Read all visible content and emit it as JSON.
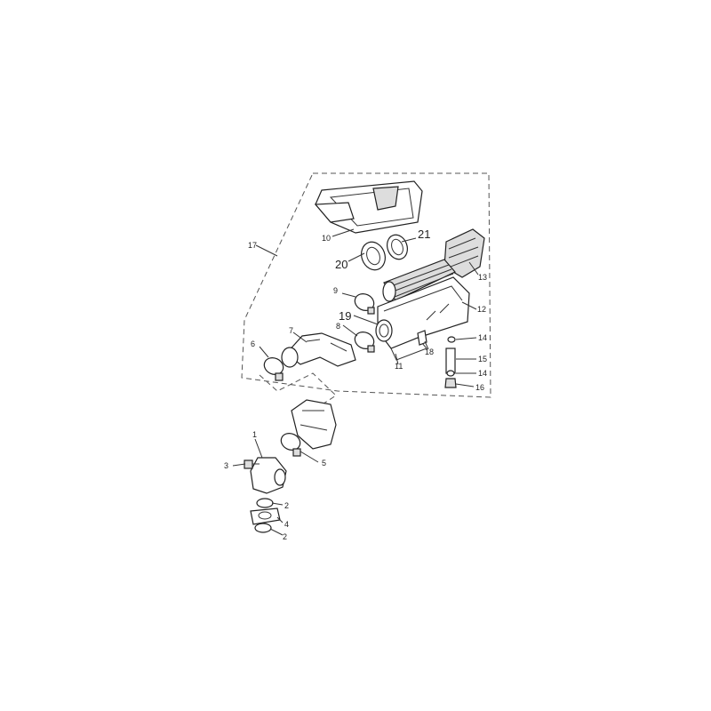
{
  "callouts": {
    "c1": "1",
    "c2a": "2",
    "c2b": "2",
    "c3": "3",
    "c4": "4",
    "c5": "5",
    "c6": "6",
    "c7": "7",
    "c8": "8",
    "c9": "9",
    "c10": "10",
    "c11": "11",
    "c12": "12",
    "c13": "13",
    "c14a": "14",
    "c14b": "14",
    "c15": "15",
    "c16": "16",
    "c17": "17",
    "c18": "18",
    "c19": "19",
    "c20": "20",
    "c21": "21"
  }
}
